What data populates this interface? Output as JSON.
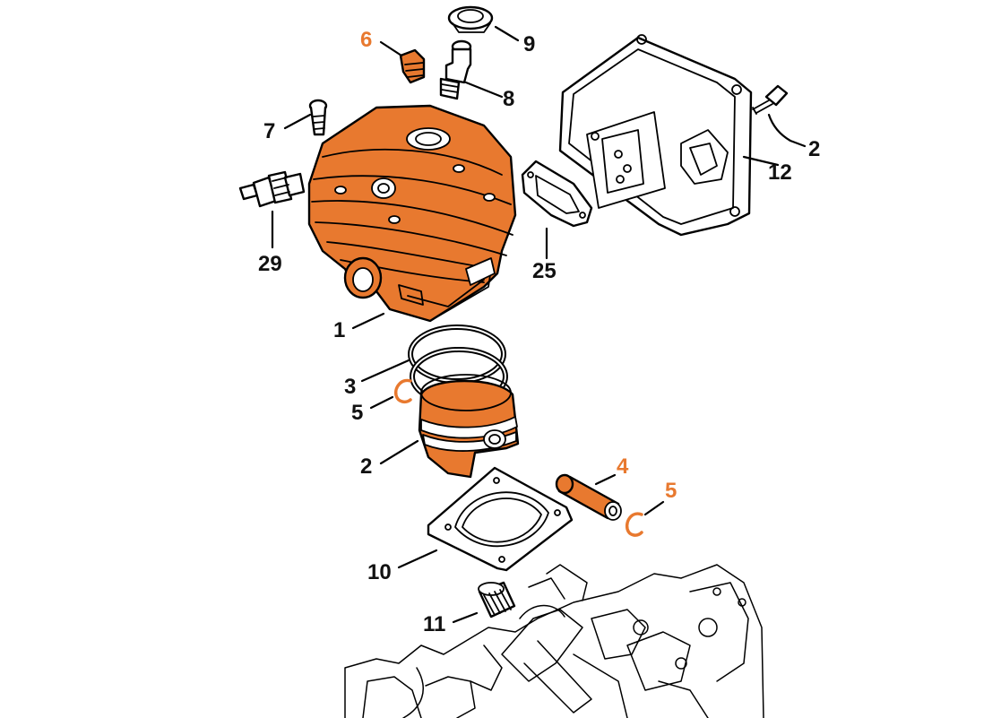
{
  "diagram": {
    "colors": {
      "highlight": "#e8792f",
      "normal": "#111111",
      "line": "#000000"
    },
    "labels": [
      {
        "id": "l-6-top",
        "text": "6",
        "color": "orange"
      },
      {
        "id": "l-9",
        "text": "9",
        "color": "black"
      },
      {
        "id": "l-8",
        "text": "8",
        "color": "black"
      },
      {
        "id": "l-7",
        "text": "7",
        "color": "black"
      },
      {
        "id": "l-2-top",
        "text": "2",
        "color": "black"
      },
      {
        "id": "l-12",
        "text": "12",
        "color": "black"
      },
      {
        "id": "l-29",
        "text": "29",
        "color": "black"
      },
      {
        "id": "l-25",
        "text": "25",
        "color": "black"
      },
      {
        "id": "l-1",
        "text": "1",
        "color": "black"
      },
      {
        "id": "l-3",
        "text": "3",
        "color": "black"
      },
      {
        "id": "l-5-left",
        "text": "5",
        "color": "black"
      },
      {
        "id": "l-2-mid",
        "text": "2",
        "color": "black"
      },
      {
        "id": "l-4",
        "text": "4",
        "color": "orange"
      },
      {
        "id": "l-5-right",
        "text": "5",
        "color": "orange"
      },
      {
        "id": "l-10",
        "text": "10",
        "color": "black"
      },
      {
        "id": "l-11",
        "text": "11",
        "color": "black"
      }
    ]
  }
}
